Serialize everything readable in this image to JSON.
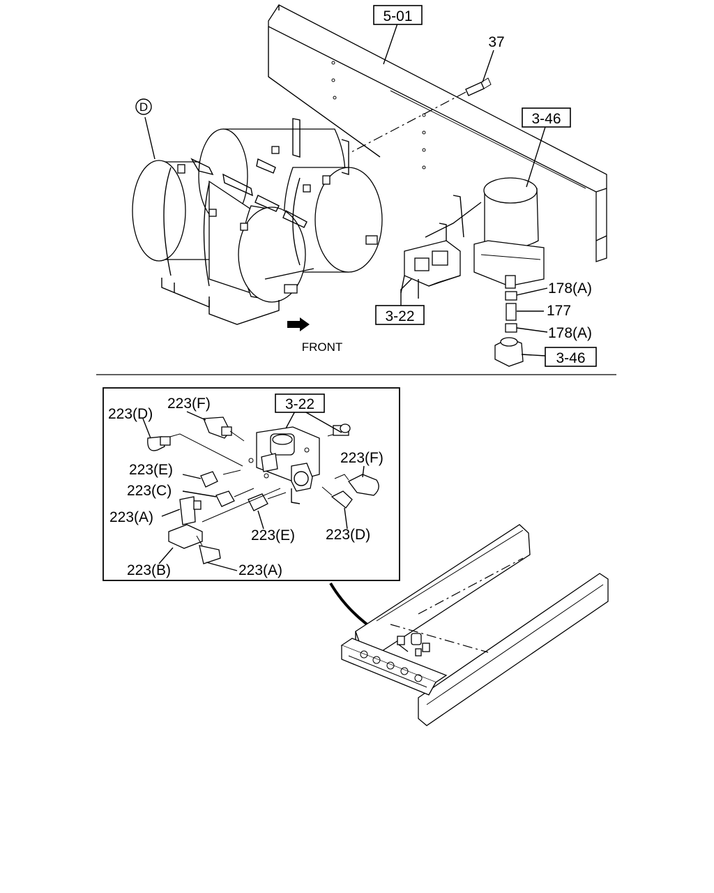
{
  "callouts": {
    "frame_ref": "5-01",
    "bolt": "37",
    "tank_group": "D",
    "dryer_ref_top": "3-46",
    "valve_ref": "3-22",
    "nut_a_upper": "178(A)",
    "pipe": "177",
    "nut_a_lower": "178(A)",
    "dryer_ref_bottom": "3-46",
    "front": "FRONT"
  },
  "detail": {
    "valve_ref": "3-22",
    "fitting_223d_left": "223(D)",
    "fitting_223f_top": "223(F)",
    "fitting_223e_left": "223(E)",
    "fitting_223c": "223(C)",
    "fitting_223a_left": "223(A)",
    "fitting_223b": "223(B)",
    "fitting_223a_bottom": "223(A)",
    "fitting_223e_bottom": "223(E)",
    "fitting_223d_right": "223(D)",
    "fitting_223f_right": "223(F)"
  }
}
